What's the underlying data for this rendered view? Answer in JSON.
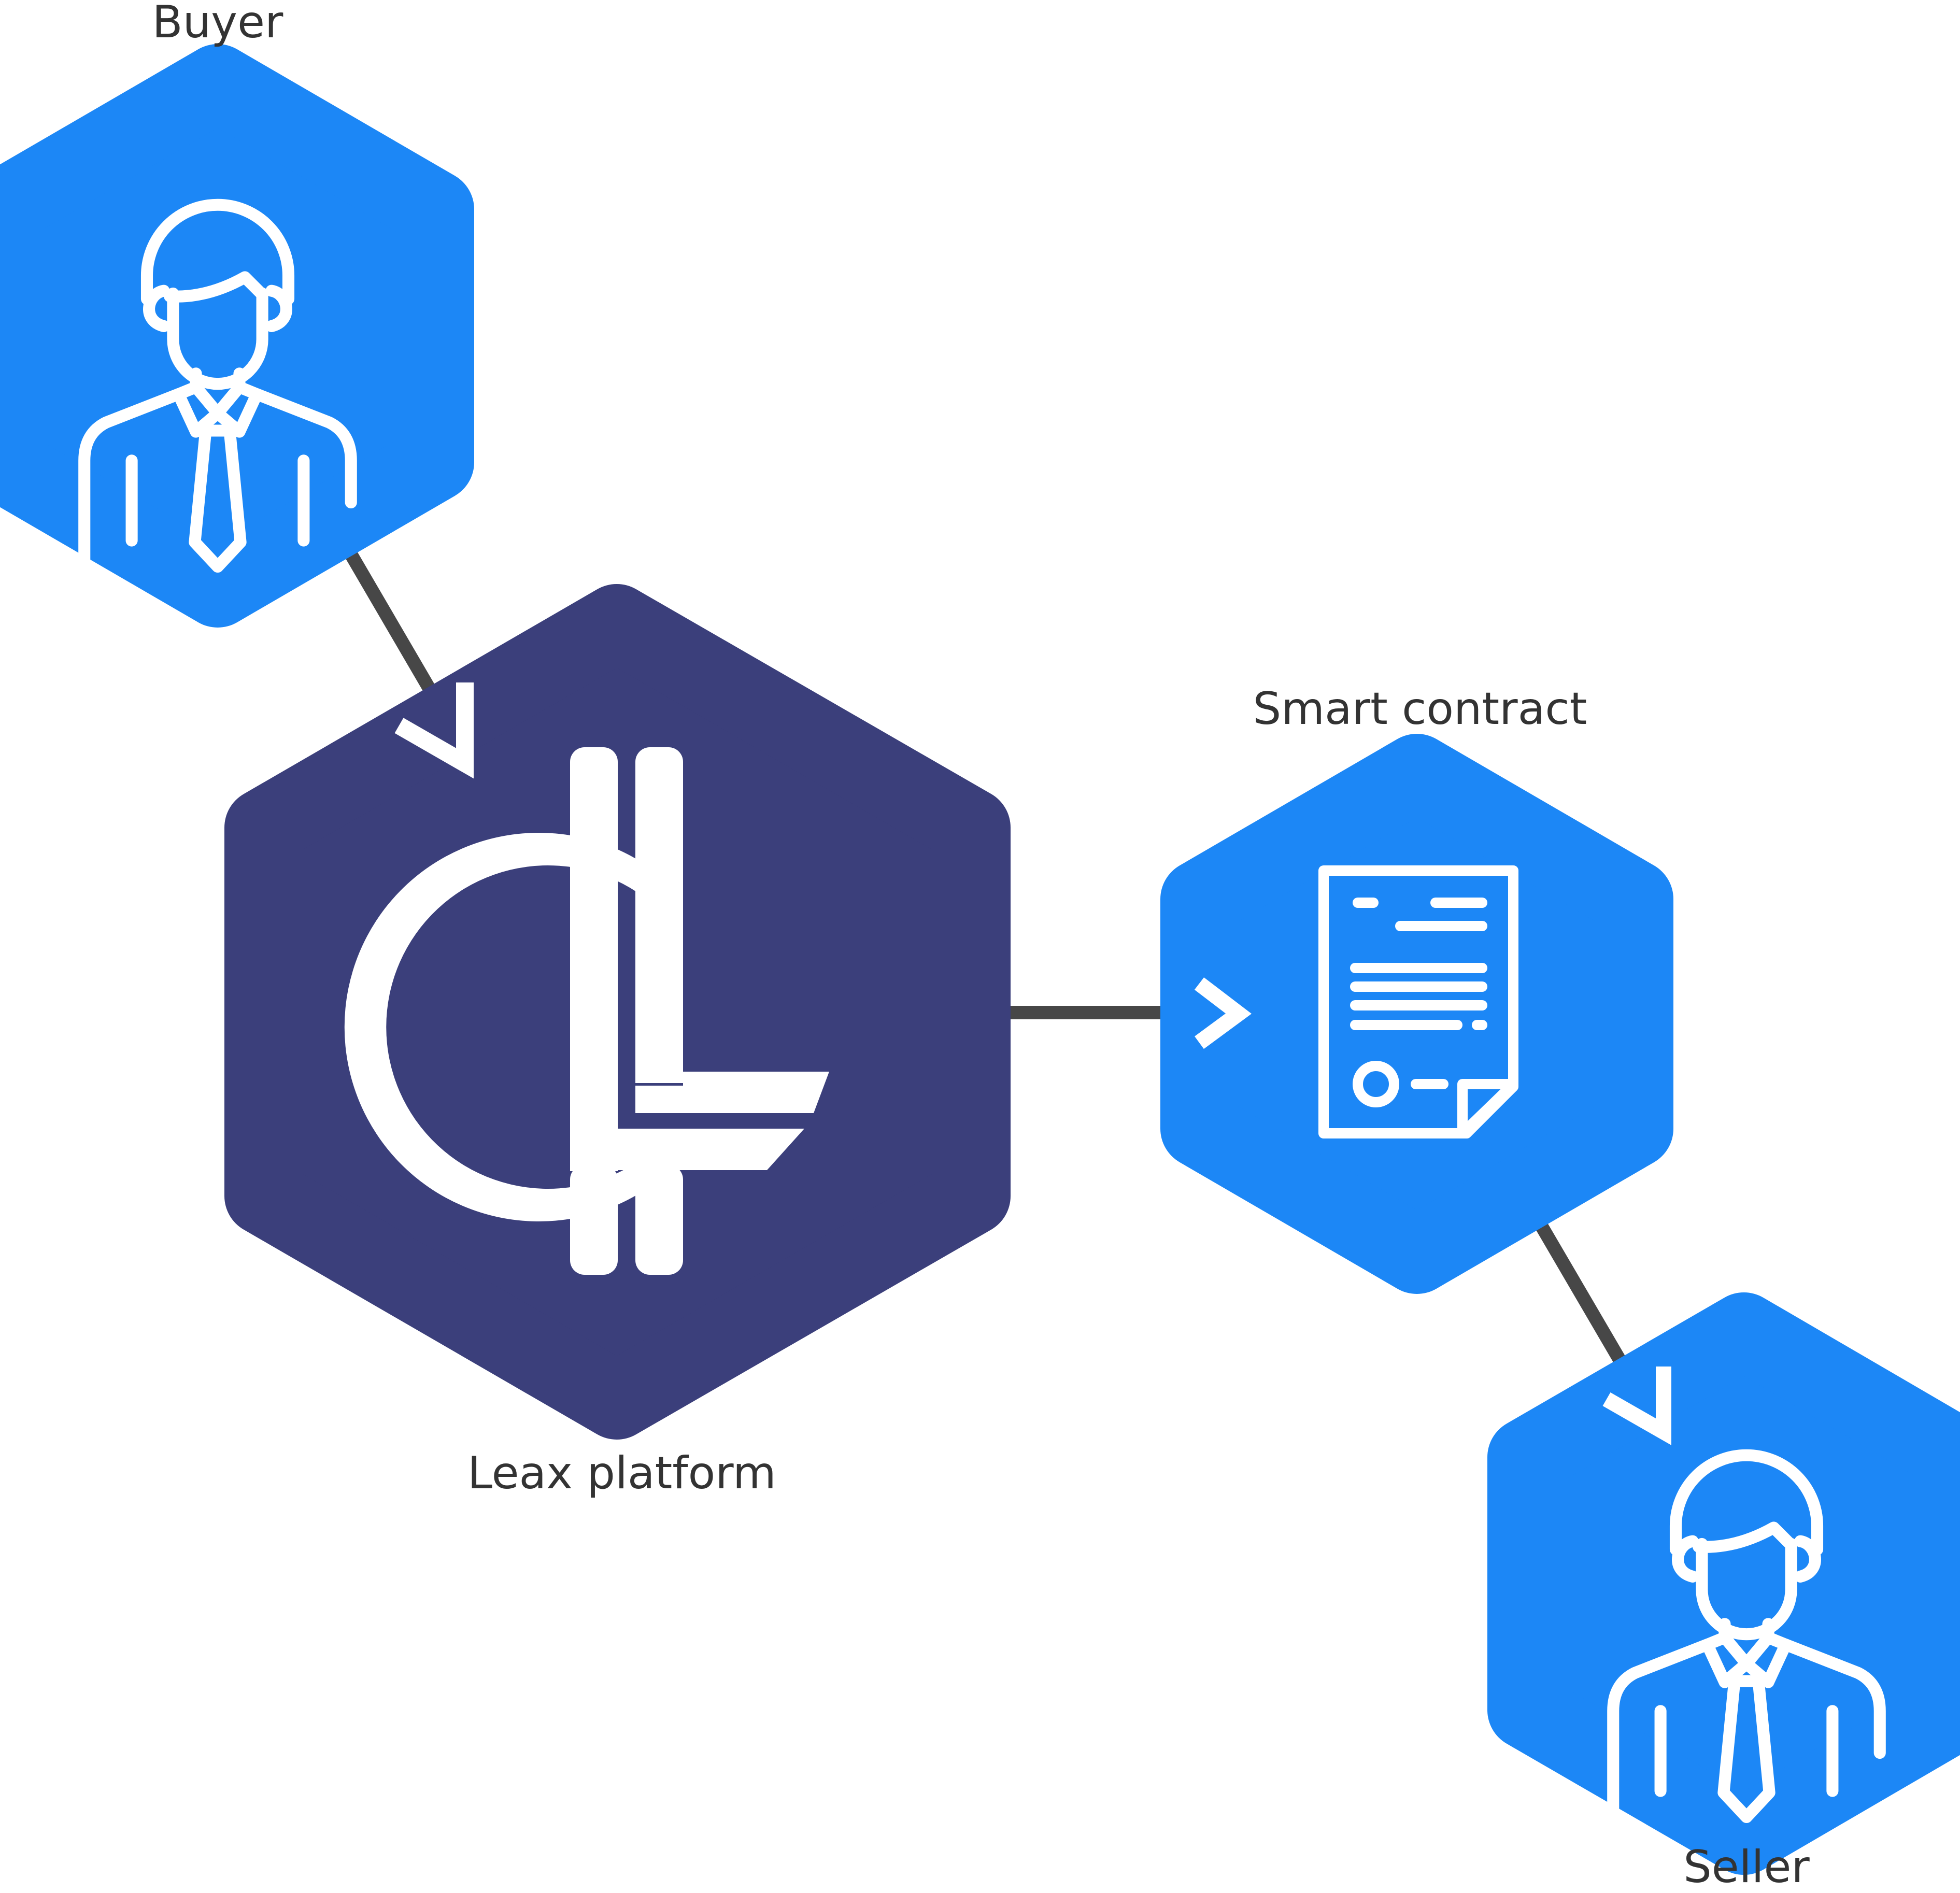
{
  "nodes": {
    "buyer": {
      "label": "Buyer",
      "icon": "businessman-icon"
    },
    "leax_platform": {
      "label": "Leax platform",
      "icon": "leax-logo"
    },
    "smart_contract": {
      "label": "Smart contract",
      "icon": "contract-document-icon"
    },
    "seller": {
      "label": "Seller",
      "icon": "businessman-icon"
    }
  },
  "colors": {
    "node_blue": "#1c87f6",
    "platform_navy": "#3b3f7b",
    "connector": "#474747",
    "icon_stroke": "#ffffff",
    "label_text": "#333333"
  }
}
